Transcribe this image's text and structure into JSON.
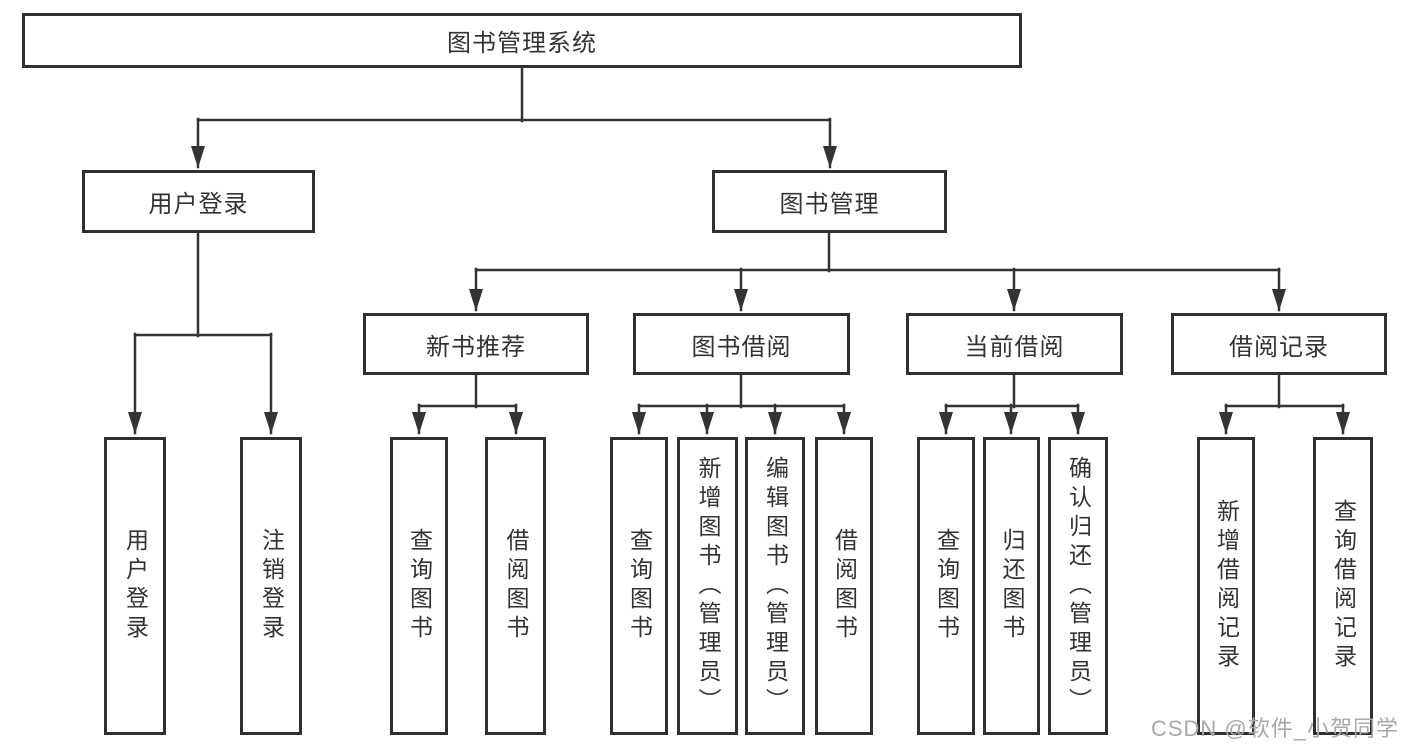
{
  "diagram": {
    "title": "图书管理系统",
    "line_color": "#333333",
    "text_color": "#333333",
    "border_color": "#2f2f2f",
    "level2": [
      {
        "label": "用户登录"
      },
      {
        "label": "图书管理"
      }
    ],
    "level3": [
      {
        "label": "新书推荐",
        "parent": "图书管理"
      },
      {
        "label": "图书借阅",
        "parent": "图书管理"
      },
      {
        "label": "当前借阅",
        "parent": "图书管理"
      },
      {
        "label": "借阅记录",
        "parent": "图书管理"
      }
    ],
    "leaves": [
      {
        "label": "用户登录",
        "parent": "用户登录"
      },
      {
        "label": "注销登录",
        "parent": "用户登录"
      },
      {
        "label": "查询图书",
        "parent": "新书推荐"
      },
      {
        "label": "借阅图书",
        "parent": "新书推荐"
      },
      {
        "label": "查询图书",
        "parent": "图书借阅"
      },
      {
        "label": "新增图书（管理员）",
        "parent": "图书借阅"
      },
      {
        "label": "编辑图书（管理员）",
        "parent": "图书借阅"
      },
      {
        "label": "借阅图书",
        "parent": "图书借阅"
      },
      {
        "label": "查询图书",
        "parent": "当前借阅"
      },
      {
        "label": "归还图书",
        "parent": "当前借阅"
      },
      {
        "label": "确认归还（管理员）",
        "parent": "当前借阅"
      },
      {
        "label": "新增借阅记录",
        "parent": "借阅记录"
      },
      {
        "label": "查询借阅记录",
        "parent": "借阅记录"
      }
    ]
  },
  "watermark": {
    "text": "CSDN @软件_小贺同学",
    "color": "#a8a8a8"
  }
}
